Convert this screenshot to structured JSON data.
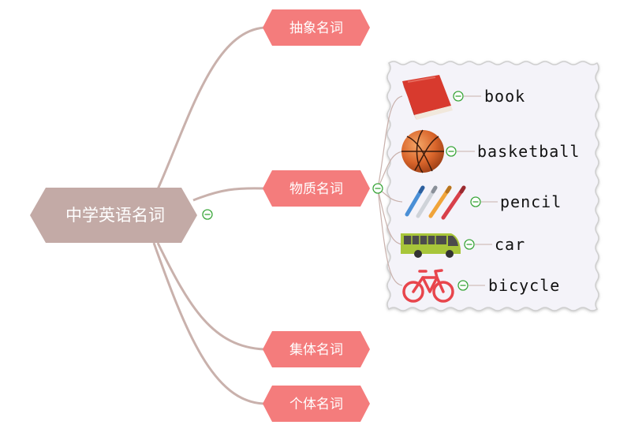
{
  "root": {
    "label": "中学英语名词"
  },
  "branches": [
    {
      "label": "抽象名词"
    },
    {
      "label": "物质名词"
    },
    {
      "label": "集体名词"
    },
    {
      "label": "个体名词"
    }
  ],
  "material_items": [
    {
      "label": "book",
      "icon": "book-icon"
    },
    {
      "label": "basketball",
      "icon": "basketball-icon"
    },
    {
      "label": "pencil",
      "icon": "pencils-icon"
    },
    {
      "label": "car",
      "icon": "bus-icon"
    },
    {
      "label": "bicycle",
      "icon": "bicycle-icon"
    }
  ],
  "colors": {
    "root_fill": "#c3aaa6",
    "branch_fill": "#f47c7c",
    "connector": "#c9b1ac",
    "collapse_toggle": "#3aa63a",
    "frame_background": "#f4f3f9",
    "frame_border": "#cfcfcf"
  }
}
